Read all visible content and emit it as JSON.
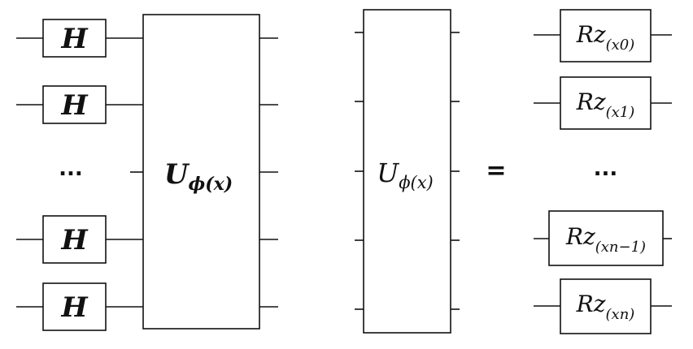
{
  "left_circuit": {
    "gate_label": "H",
    "ellipsis": "...",
    "block_label": "U",
    "block_sub": "ϕ(x)"
  },
  "equation": {
    "block_label": "U",
    "block_sub": "ϕ(x)",
    "equals": "=",
    "ellipsis": "...",
    "rz_prefix": "Rz",
    "rz_gates": [
      {
        "sub": "(x0)"
      },
      {
        "sub": "(x1)"
      },
      {
        "sub": "(xn−1)"
      },
      {
        "sub": "(xn)"
      }
    ]
  }
}
